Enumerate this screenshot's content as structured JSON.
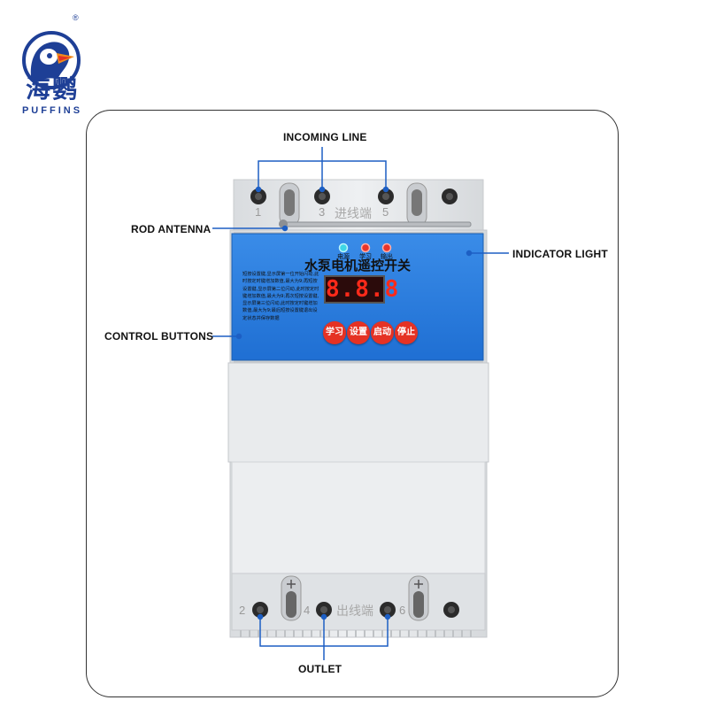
{
  "brand": {
    "name_cn": "海鹦",
    "name_en": "PUFFINS",
    "registered": "®"
  },
  "callouts": {
    "incoming_line": "INCOMING LINE",
    "rod_antenna": "ROD ANTENNA",
    "indicator_light": "INDICATOR LIGHT",
    "control_buttons": "CONTROL BUTTONS",
    "outlet": "OUTLET"
  },
  "device": {
    "title": "水泵电机遥控开关",
    "display": "8.8.8",
    "indicators": [
      {
        "label": "电源",
        "color": "#3ed6e6"
      },
      {
        "label": "学习",
        "color": "#e8342a"
      },
      {
        "label": "输出",
        "color": "#e8342a"
      }
    ],
    "buttons": [
      "学习",
      "设置",
      "启动",
      "停止"
    ],
    "description": "短按设置键,显示屏第一位开始闪动,此时按定时键增加数值,最大为9;再短按设置键,显示屏第二位闪动,此时按定时键增加数值,最大为9;再次短按设置键,显示屏第三位闪动,此时按定时键增加数值,最大为9;最后短按设置键退出设定状态并保存数据",
    "top_terminals": {
      "numbers": [
        "1",
        "3",
        "5"
      ],
      "label": "进线端"
    },
    "bottom_terminals": {
      "numbers": [
        "2",
        "4",
        "6"
      ],
      "label": "出线端"
    }
  },
  "colors": {
    "brand_blue": "#1e3f96",
    "panel_blue": "#2a7fe0",
    "button_red": "#e53224",
    "display_red": "#ff2a1a"
  }
}
